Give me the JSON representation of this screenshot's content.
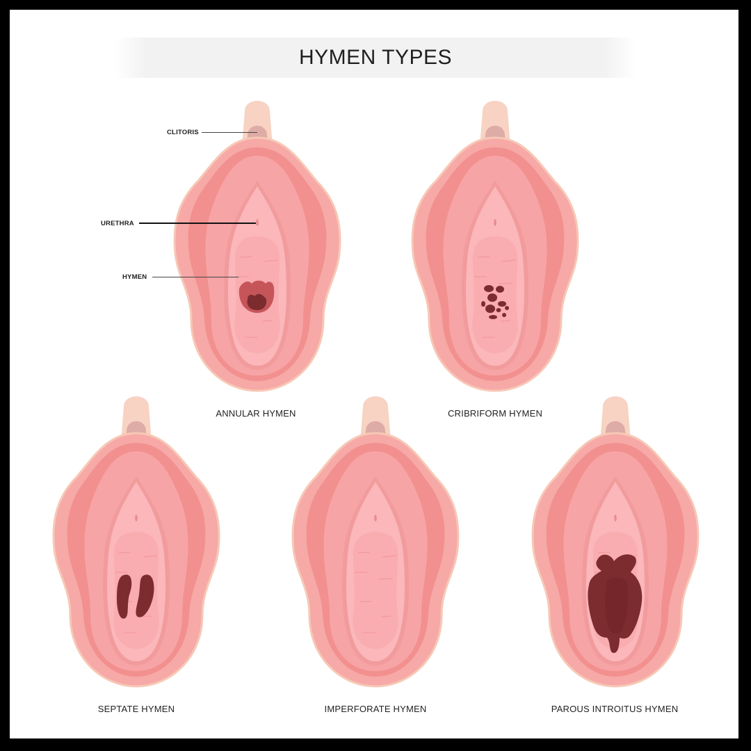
{
  "title": "HYMEN TYPES",
  "annotations": {
    "clitoris": "CLITORIS",
    "urethra": "URETHRA",
    "hymen": "HYMEN"
  },
  "figures": [
    {
      "id": "annular",
      "label": "ANNULAR HYMEN",
      "opening": "crescent-ring"
    },
    {
      "id": "cribriform",
      "label": "CRIBRIFORM HYMEN",
      "opening": "multiple-small-holes"
    },
    {
      "id": "septate",
      "label": "SEPTATE HYMEN",
      "opening": "two-openings-divided-by-band"
    },
    {
      "id": "imperforate",
      "label": "IMPERFORATE HYMEN",
      "opening": "none"
    },
    {
      "id": "parous",
      "label": "PAROUS INTROITUS HYMEN",
      "opening": "wide-irregular"
    }
  ],
  "colors": {
    "outer": "#f6a9a7",
    "outer_edge": "#f7c8b6",
    "labia_major_dark": "#f2908f",
    "labia_minor": "#f7a4a6",
    "vestibule": "#fbb7b9",
    "inner": "#f9adb0",
    "hood": "#f8d2c2",
    "clitoris": "#deaca6",
    "opening_dark": "#7c2b2f",
    "opening_mid": "#c6555a",
    "title_band": "#f2f2f2",
    "frame": "#000000"
  }
}
